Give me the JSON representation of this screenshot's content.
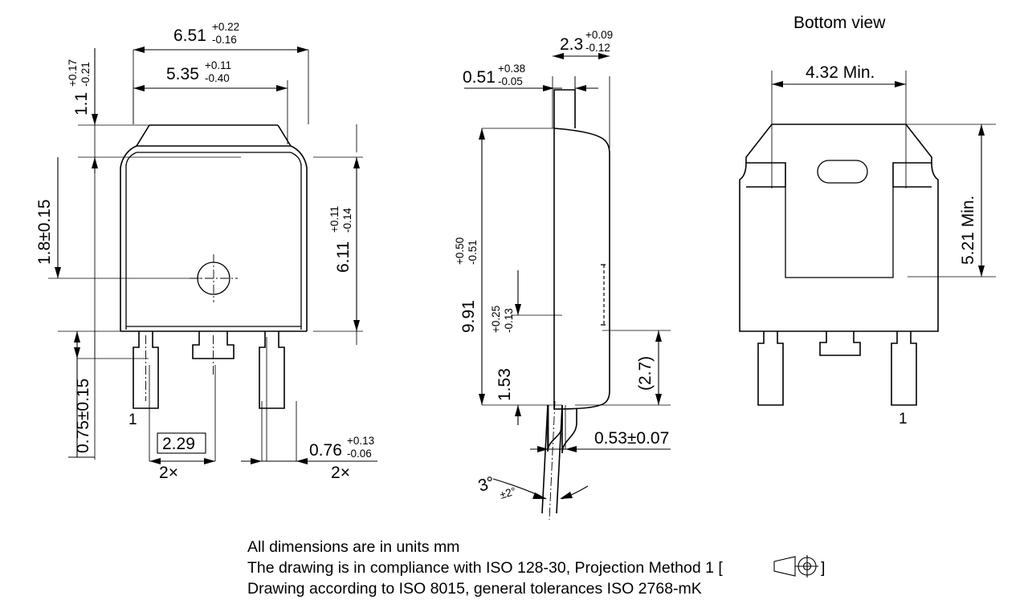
{
  "drawing": {
    "title_bottom_view": "Bottom view",
    "views": {
      "front": {
        "pin1_label": "1",
        "dimensions": {
          "width_overall": {
            "value": "6.51",
            "plus": "+0.22",
            "minus": "-0.16"
          },
          "width_body": {
            "value": "5.35",
            "plus": "+0.11",
            "minus": "-0.40"
          },
          "height_shoulder": {
            "value": "1.1",
            "plus": "+0.17",
            "minus": "-0.21"
          },
          "height_body": {
            "value": "6.11",
            "plus": "+0.11",
            "minus": "-0.14"
          },
          "hole_center_offset": {
            "value": "1.8±0.15"
          },
          "lead_neck": {
            "value": "0.75±0.15"
          },
          "lead_pitch": {
            "value": "2.29",
            "boxed": true,
            "qty": "2×"
          },
          "lead_width": {
            "value": "0.76",
            "plus": "+0.13",
            "minus": "-0.06",
            "qty": "2×"
          }
        }
      },
      "side": {
        "dimensions": {
          "tab_thickness": {
            "value": "0.51",
            "plus": "+0.38",
            "minus": "-0.05"
          },
          "body_thickness": {
            "value": "2.3",
            "plus": "+0.09",
            "minus": "-0.12"
          },
          "height_total": {
            "value": "9.91",
            "plus": "+0.50",
            "minus": "-0.51"
          },
          "standoff": {
            "value": "1.53",
            "plus": "+0.25",
            "minus": "-0.13"
          },
          "lead_span_ref": {
            "value": "(2.7)"
          },
          "lead_thickness": {
            "value": "0.53±0.07"
          },
          "lead_angle": {
            "value": "3°",
            "tol": "±2°"
          }
        }
      },
      "bottom": {
        "pin1_label": "1",
        "dimensions": {
          "pad_width_min": {
            "value": "4.32 Min."
          },
          "pad_height_min": {
            "value": "5.21 Min."
          }
        }
      }
    },
    "notes": [
      "All dimensions are in units mm",
      "The drawing is in compliance with ISO 128-30, Projection Method 1 [",
      "Drawing according to ISO 8015, general tolerances ISO 2768-mK"
    ],
    "note_line2_suffix": "]",
    "projection_symbol": "first-angle-projection-symbol"
  },
  "colors": {
    "line": "#000000",
    "background": "#ffffff"
  }
}
